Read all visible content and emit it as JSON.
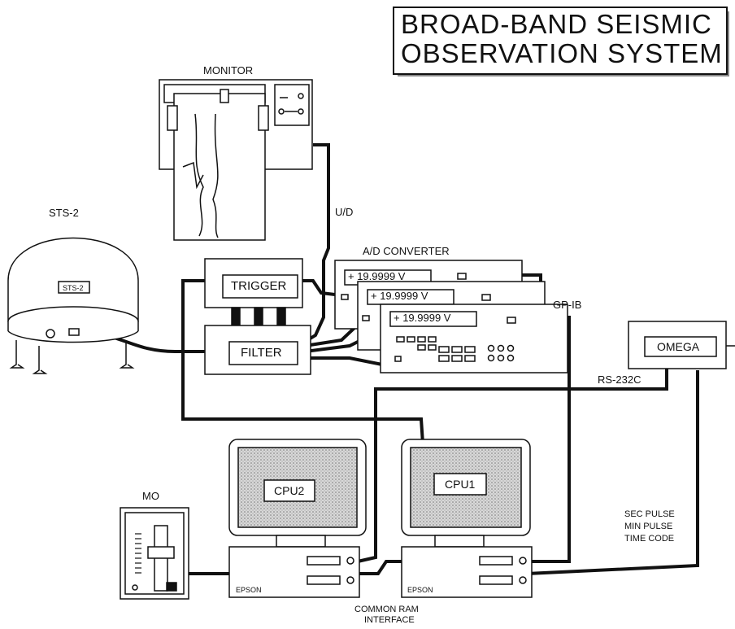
{
  "title": {
    "line1": "BROAD-BAND SEISMIC",
    "line2": "OBSERVATION SYSTEM"
  },
  "components": {
    "monitor": "MONITOR",
    "sts2_label": "STS-2",
    "sts2_badge": "STS-2",
    "trigger": "TRIGGER",
    "filter": "FILTER",
    "ad_converter": "A/D CONVERTER",
    "ad_display": "+ 19.9999   V",
    "omega": "OMEGA",
    "cpu2": "CPU2",
    "cpu1": "CPU1",
    "mo": "MO",
    "epson": "EPSON",
    "common_ram_line1": "COMMON RAM",
    "common_ram_line2": "INTERFACE"
  },
  "connections": {
    "ud": "U/D",
    "gpib": "GP-IB",
    "rs232c": "RS-232C",
    "sec_pulse": "SEC PULSE",
    "min_pulse": "MIN PULSE",
    "time_code": "TIME CODE"
  }
}
